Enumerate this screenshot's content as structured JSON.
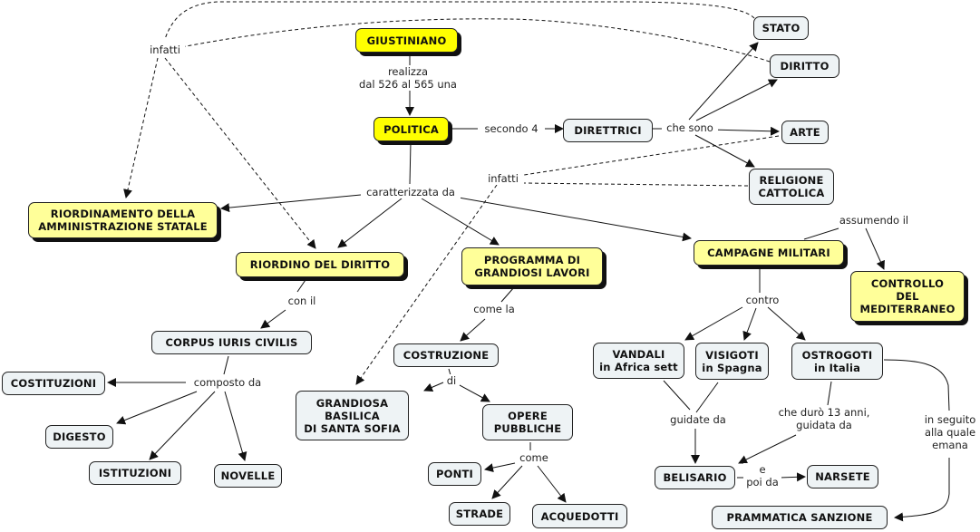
{
  "map": {
    "nodes": {
      "giustiniano": "GIUSTINIANO",
      "politica": "POLITICA",
      "direttrici": "DIRETTRICI",
      "stato": "STATO",
      "diritto": "DIRITTO",
      "arte": "ARTE",
      "religione": "RELIGIONE\nCATTOLICA",
      "riordinamento": "RIORDINAMENTO DELLA\nAMMINISTRAZIONE STATALE",
      "riordino": "RIORDINO  DEL  DIRITTO",
      "programma": "PROGRAMMA  DI\nGRANDIOSI LAVORI",
      "campagne": "CAMPAGNE  MILITARI",
      "controllo": "CONTROLLO\nDEL\nMEDITERRANEO",
      "corpus": "CORPUS  IURIS  CIVILIS",
      "costituzioni": "COSTITUZIONI",
      "digesto": "DIGESTO",
      "istituzioni": "ISTITUZIONI",
      "novelle": "NOVELLE",
      "costruzione": "COSTRUZIONE",
      "basilica": "GRANDIOSA\nBASILICA\nDI SANTA SOFIA",
      "opere": "OPERE\nPUBBLICHE",
      "ponti": "PONTI",
      "strade": "STRADE",
      "acquedotti": "ACQUEDOTTI",
      "vandali": "VANDALI\nin Africa sett",
      "visigoti": "VISIGOTI\nin Spagna",
      "ostrogoti": "OSTROGOTI\nin Italia",
      "belisario": "BELISARIO",
      "narsete": "NARSETE",
      "prammatica": "PRAMMATICA  SANZIONE"
    },
    "links": {
      "realizza": "realizza\ndal 526 al 565 una",
      "secondo": "secondo  4",
      "che_sono": "che sono",
      "caratterizzata": "caratterizzata da",
      "infatti_left": "infatti",
      "infatti_mid": "infatti",
      "assumendo": "assumendo il",
      "con_il": "con  il",
      "come_la": "come la",
      "composto": "composto da",
      "di": "di",
      "come": "come",
      "contro": "contro",
      "guidate": "guidate da",
      "che_duro": "che durò 13 anni,\nguidata da",
      "in_seguito": "in seguito\nalla quale\nemana",
      "e_poi": "e\npoi da"
    },
    "colors": {
      "root": "#ffff00",
      "main": "#ffff99",
      "leaf": "#eef3f5"
    }
  }
}
